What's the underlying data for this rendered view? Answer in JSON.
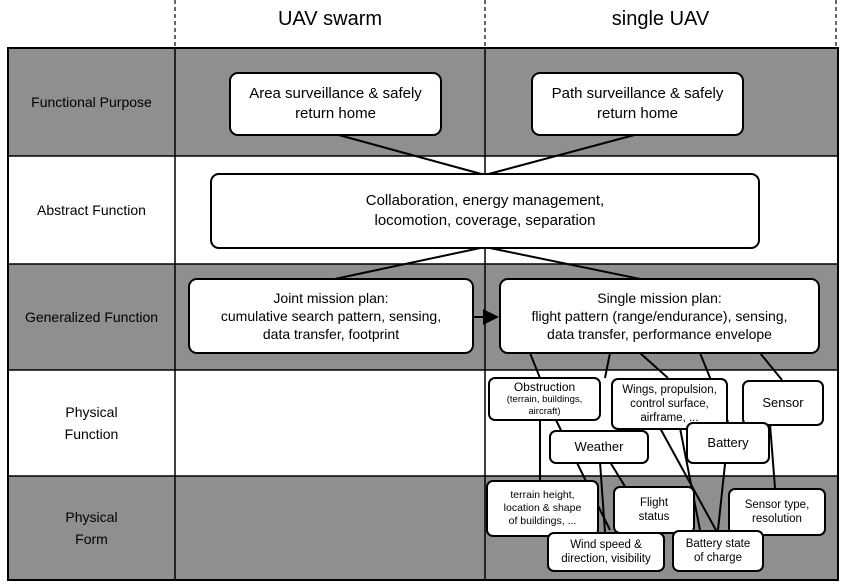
{
  "columns": {
    "swarm": "UAV swarm",
    "single": "single UAV"
  },
  "rows": {
    "functional_purpose": "Functional Purpose",
    "abstract_function": "Abstract Function",
    "generalized_function": "Generalized Function",
    "physical_function": "Physical\nFunction",
    "physical_form": "Physical\nForm"
  },
  "boxes": {
    "area_surveillance": "Area surveillance & safely\nreturn home",
    "path_surveillance": "Path surveillance & safely\nreturn home",
    "collaboration": "Collaboration, energy management,\nlocomotion, coverage, separation",
    "joint_mission": "Joint mission plan:\ncumulative search pattern, sensing,\ndata transfer, footprint",
    "single_mission": "Single mission plan:\nflight pattern (range/endurance), sensing,\ndata transfer, performance envelope",
    "obstruction_title": "Obstruction",
    "obstruction_detail": "(terrain, buildings,\naircraft)",
    "wings": "Wings, propulsion,\ncontrol surface,\nairframe, ...",
    "sensor": "Sensor",
    "weather": "Weather",
    "battery": "Battery",
    "terrain_height": "terrain height,\nlocation & shape\nof buildings, ...",
    "flight_status": "Flight\nstatus",
    "sensor_type": "Sensor type,\nresolution",
    "wind_speed": "Wind speed &\ndirection, visibility",
    "battery_state": "Battery state\nof charge"
  }
}
